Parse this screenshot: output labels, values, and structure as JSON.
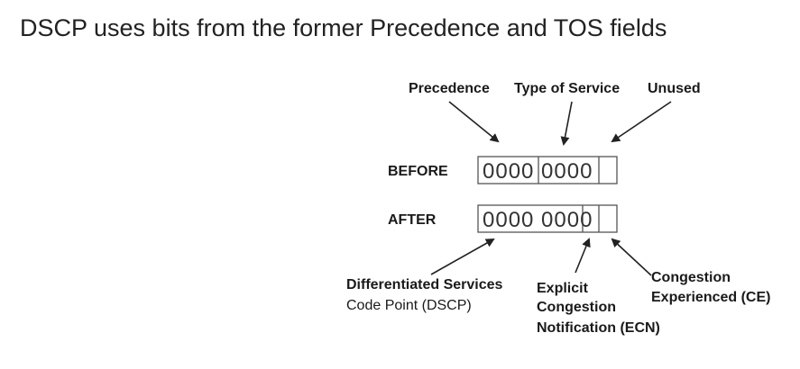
{
  "title": "DSCP uses bits from the former Precedence and TOS fields",
  "top_labels": {
    "precedence": "Precedence",
    "type_of_service": "Type of Service",
    "unused": "Unused"
  },
  "rows": {
    "before": {
      "label": "BEFORE",
      "bits": "0000 0000"
    },
    "after": {
      "label": "AFTER",
      "bits": "0000 0000"
    }
  },
  "bottom_labels": {
    "dscp_line1": "Differentiated Services",
    "dscp_line2": "Code Point (DSCP)",
    "ecn_line1": "Explicit",
    "ecn_line2": "Congestion",
    "ecn_line3": "Notification (ECN)",
    "ce_line1": "Congestion",
    "ce_line2": "Experienced (CE)"
  }
}
